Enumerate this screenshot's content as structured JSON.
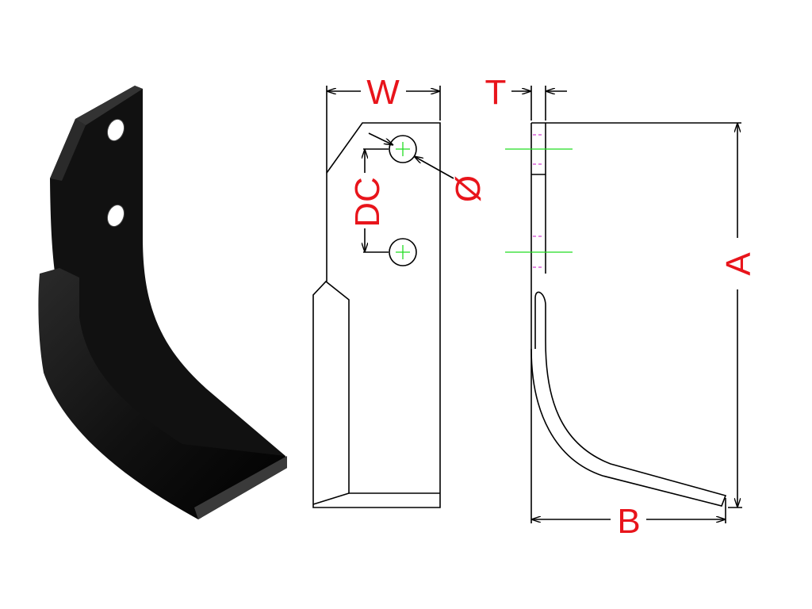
{
  "labels": {
    "width": "W",
    "thickness": "T",
    "hole_distance": "DC",
    "hole_diameter": "Ø",
    "height": "A",
    "depth": "B"
  },
  "colors": {
    "dimension_text": "#e8141b",
    "centerline": "#22dd22",
    "hidden_line": "#d040d0"
  }
}
